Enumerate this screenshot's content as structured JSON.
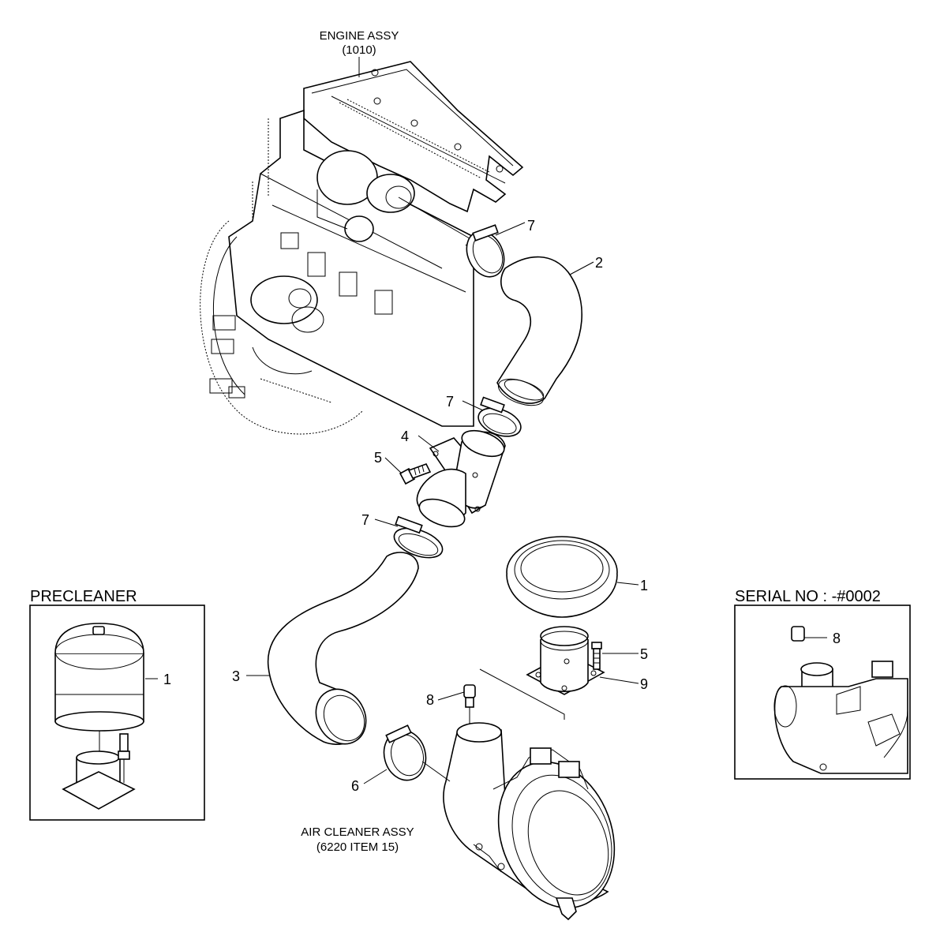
{
  "captions": {
    "engine_assy_line1": "ENGINE ASSY",
    "engine_assy_line2": "(1010)",
    "air_cleaner_line1": "AIR CLEANER ASSY",
    "air_cleaner_line2": "(6220 ITEM 15)"
  },
  "insets": {
    "precleaner_title": "PRECLEANER",
    "serial_title": "SERIAL NO : -#0002"
  },
  "callouts": {
    "hose_clamp_top": "7",
    "hose_upper": "2",
    "hose_clamp_mid": "7",
    "adapter": "4",
    "bolt_adapter": "5",
    "hose_clamp_low": "7",
    "cap_cover": "1",
    "hose_lower": "3",
    "bolt_flange": "5",
    "flange_gasket": "9",
    "indicator": "8",
    "clamp_air_cleaner": "6",
    "precleaner_item": "1",
    "serial_indicator": "8"
  }
}
